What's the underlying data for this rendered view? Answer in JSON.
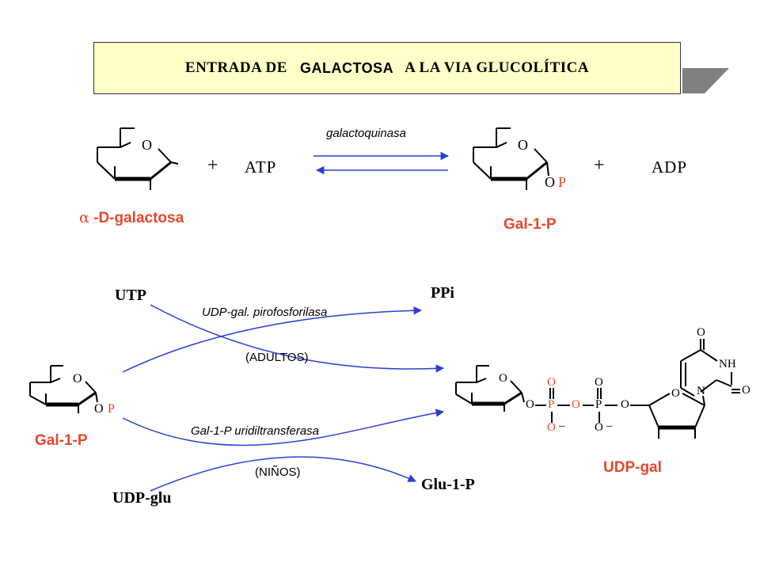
{
  "title": {
    "part1": "ENTRADA  DE",
    "highlight": "GALACTOSA",
    "part2": "A  LA  VIA  GLUCOLÍTICA"
  },
  "reaction1": {
    "enzyme": "galactoquinasa",
    "plus1": "+",
    "reactant2": "ATP",
    "plus2": "+",
    "product2": "ADP",
    "substrate_label_alpha": "α",
    "substrate_label": " -D-galactosa",
    "product_label": "Gal-1-P",
    "ring_o": "O",
    "o_p_o": "O",
    "o_p_p": "P"
  },
  "reaction2": {
    "utp": "UTP",
    "ppi": "PPi",
    "enzyme_top": "UDP-gal. pirofosforilasa",
    "adults": "(ADULTOS)",
    "enzyme_bottom": "Gal-1-P  uridiltransferasa",
    "children": "(NIÑOS)",
    "udp_glu": "UDP-glu",
    "glu1p": "Glu-1-P",
    "gal1p_label": "Gal-1-P",
    "udpgal_label": "UDP-gal",
    "atoms": {
      "ring_o": "O",
      "o": "O",
      "p": "P",
      "n": "N",
      "nh": "NH",
      "minus": "_"
    }
  },
  "colors": {
    "accent_red": "#e8462b",
    "arrow_blue": "#2a3fd6",
    "title_bg": "#ffffc8",
    "shadow": "#808080"
  }
}
